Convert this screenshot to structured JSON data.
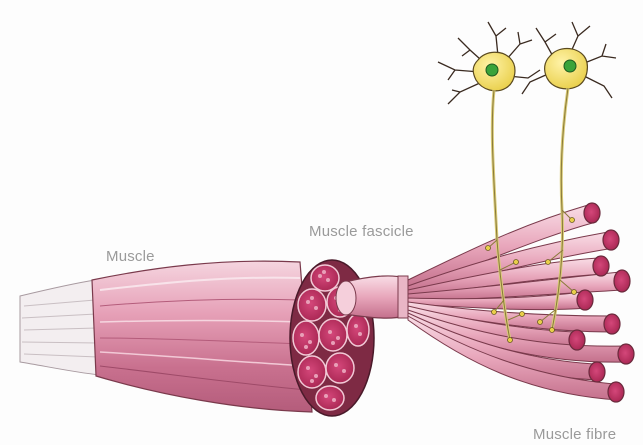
{
  "labels": {
    "muscle": "Muscle",
    "fascicle": "Muscle fascicle",
    "fibre": "Muscle fibre"
  },
  "colors": {
    "muscle_pink": "#e8a9bf",
    "muscle_dark": "#b8607f",
    "section_red": "#b02a4f",
    "neuron_body": "#f4e06a",
    "nucleus": "#3aa33a",
    "axon": "#d9cb78",
    "outline": "#5a2a35"
  }
}
